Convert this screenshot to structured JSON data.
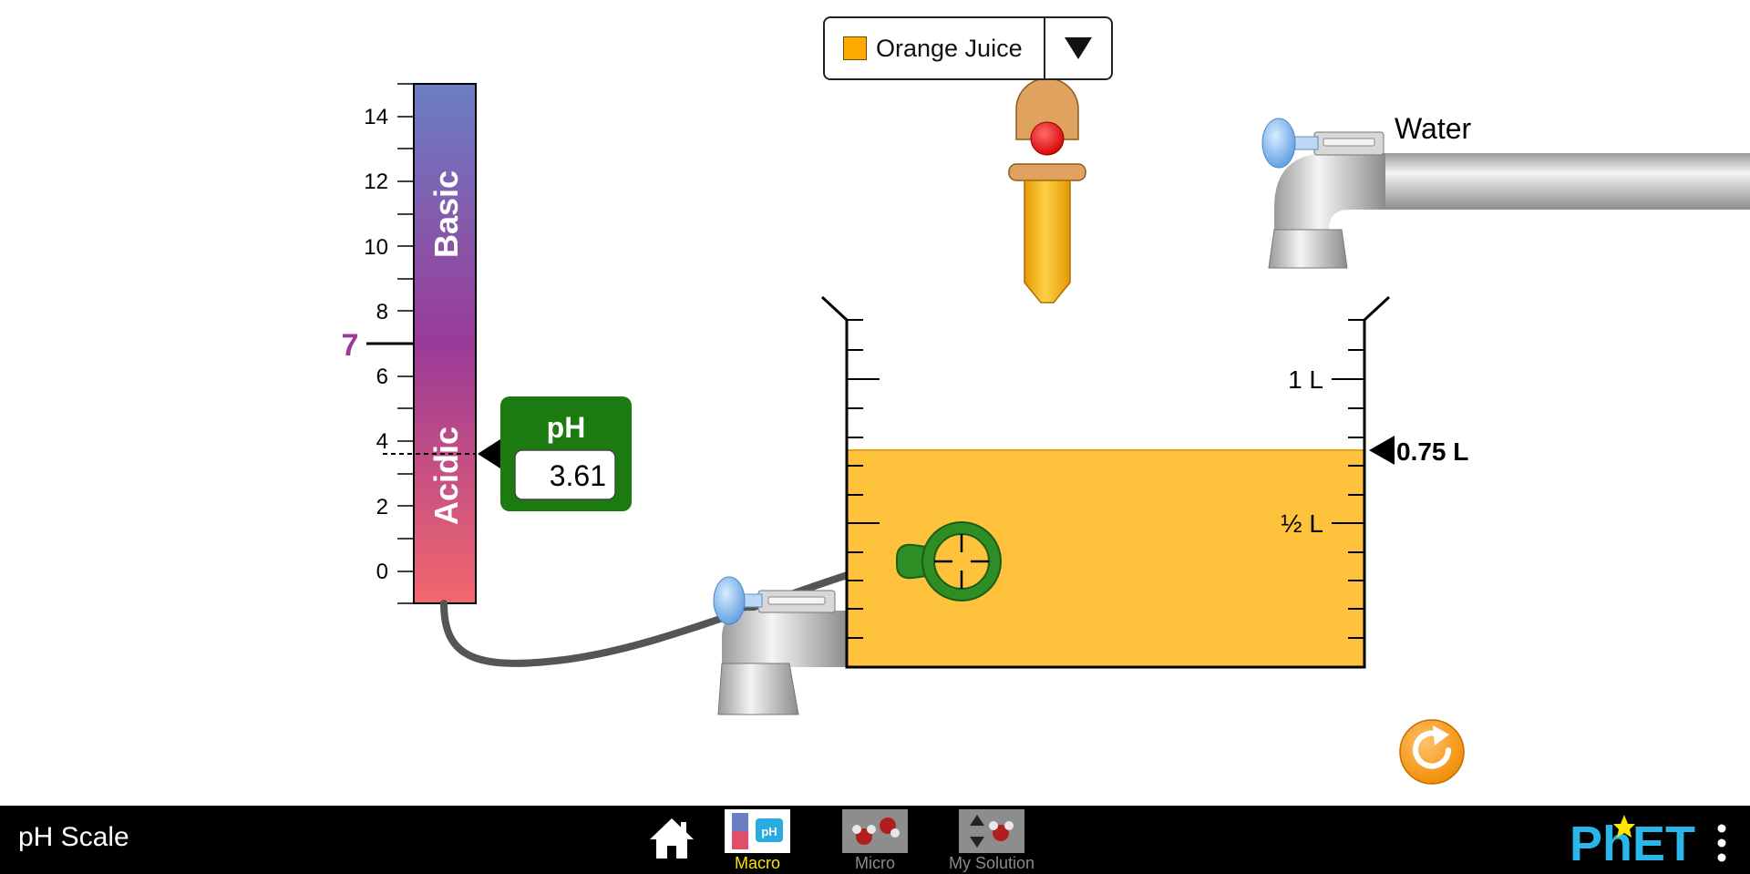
{
  "sim": {
    "title": "pH Scale"
  },
  "solute": {
    "selected": "Orange Juice",
    "color": "#ffaa00"
  },
  "ph_scale": {
    "tick_labels": [
      "14",
      "12",
      "10",
      "8",
      "6",
      "4",
      "2",
      "0"
    ],
    "neutral_label": "7",
    "basic_label": "Basic",
    "acidic_label": "Acidic",
    "neutral_color": "#9b3a98"
  },
  "ph_meter": {
    "title": "pH",
    "value": "3.61",
    "color": "#1b7a10"
  },
  "water_faucet": {
    "label": "Water"
  },
  "beaker": {
    "label_1l": "1 L",
    "label_half_l": "½ L",
    "volume_label": "0.75 L",
    "solution_color": "#fec23d"
  },
  "navbar": {
    "screens": [
      {
        "label": "Macro"
      },
      {
        "label": "Micro"
      },
      {
        "label": "My Solution"
      }
    ],
    "logo_text": "PhET"
  }
}
